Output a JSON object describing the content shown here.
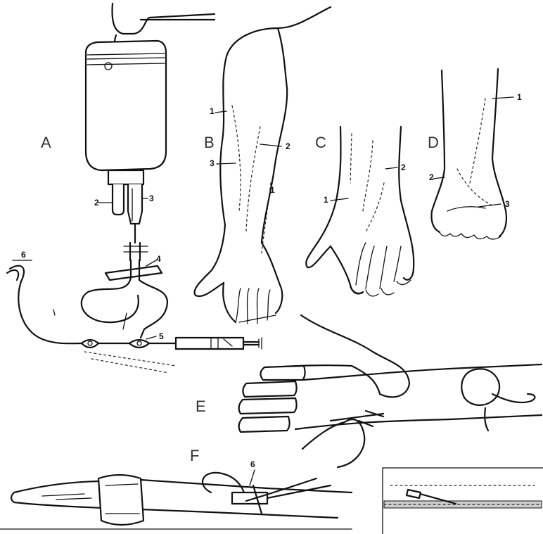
{
  "panels": {
    "A": {
      "letter": "A",
      "callouts": [
        "2",
        "3",
        "4",
        "5",
        "6"
      ]
    },
    "B": {
      "letter": "B",
      "callouts": [
        "1",
        "2",
        "3",
        "1"
      ]
    },
    "C": {
      "letter": "C",
      "callouts": [
        "1",
        "2"
      ]
    },
    "D": {
      "letter": "D",
      "callouts": [
        "1",
        "2",
        "3"
      ]
    },
    "E": {
      "letter": "E"
    },
    "F": {
      "letter": "F",
      "callouts": [
        "6"
      ]
    }
  }
}
